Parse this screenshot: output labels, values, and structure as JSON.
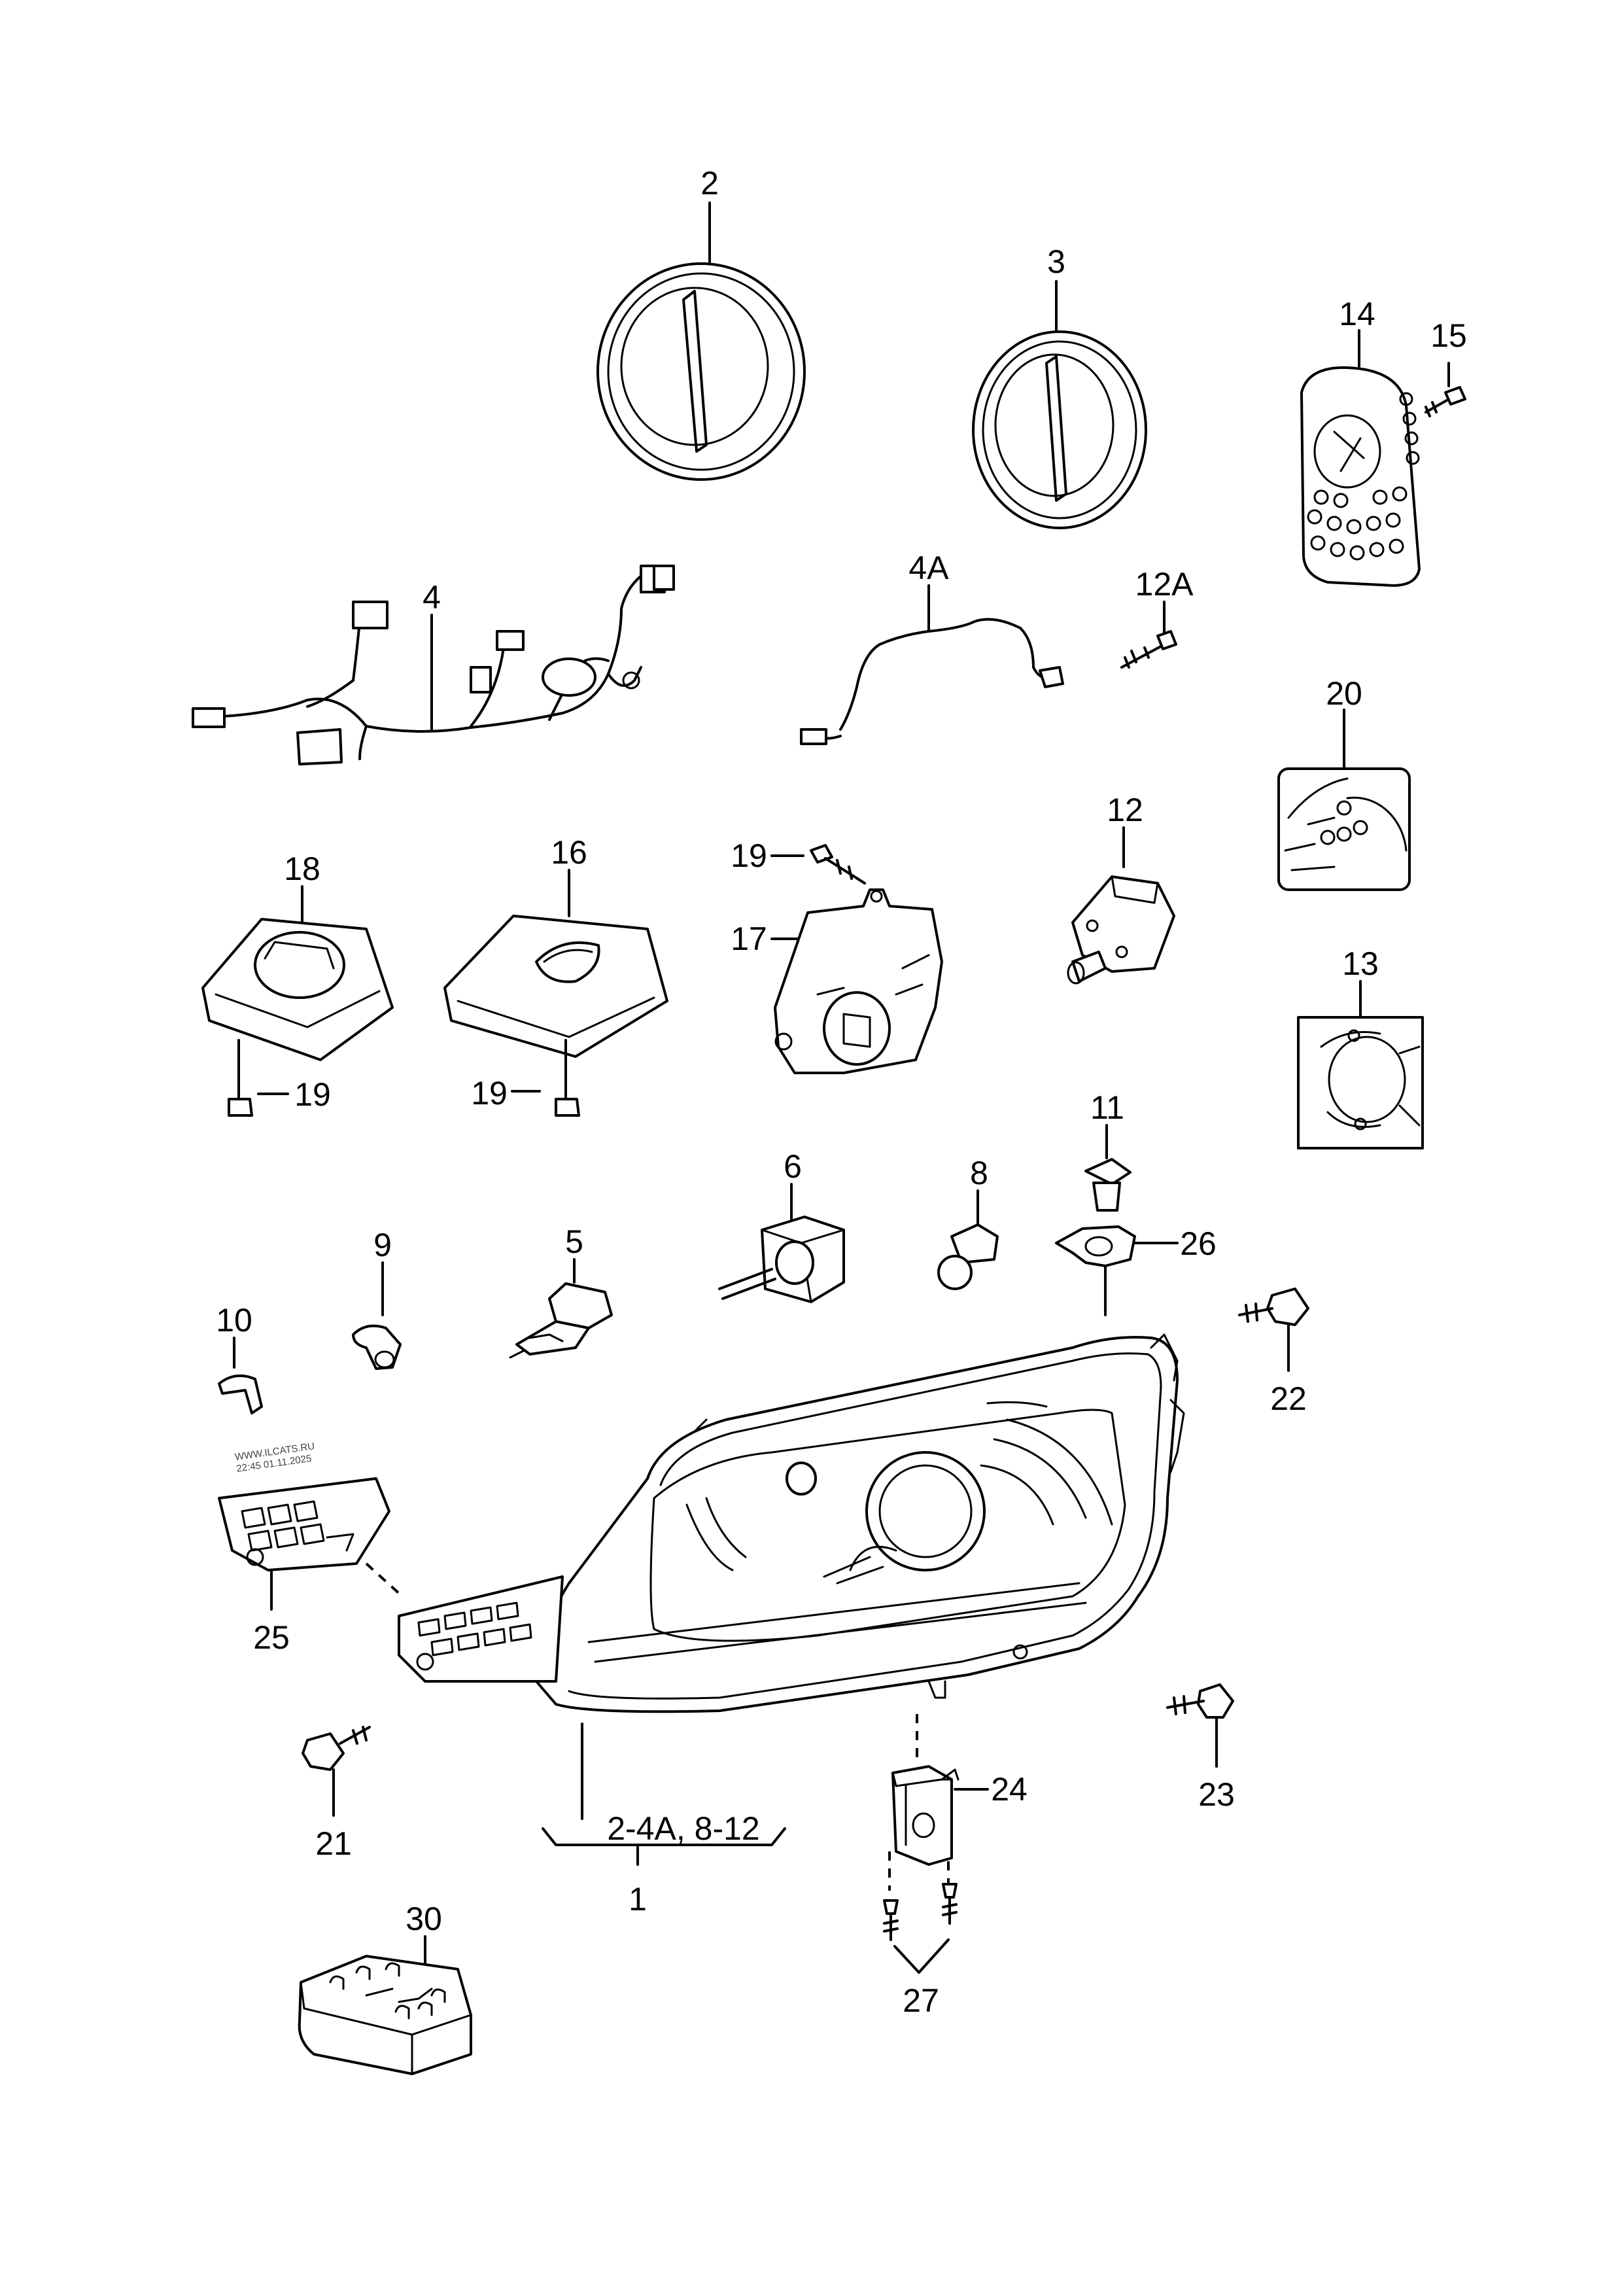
{
  "labels": {
    "l2": "2",
    "l3": "3",
    "l14": "14",
    "l15": "15",
    "l4": "4",
    "l4A": "4A",
    "l12A": "12A",
    "l20": "20",
    "l18": "18",
    "l16": "16",
    "l19a": "19",
    "l17": "17",
    "l12": "12",
    "l19b": "19",
    "l19c": "19",
    "l13": "13",
    "l11": "11",
    "l6": "6",
    "l8": "8",
    "l9": "9",
    "l5": "5",
    "l26": "26",
    "l10": "10",
    "l22": "22",
    "l25": "25",
    "l24": "24",
    "l23": "23",
    "l21": "21",
    "lrange": "2-4A, 8-12",
    "l1": "1",
    "l30": "30",
    "l27": "27"
  },
  "watermark": {
    "line1": "WWW.ILCATS.RU",
    "line2": "22:45 01.11.2025"
  }
}
